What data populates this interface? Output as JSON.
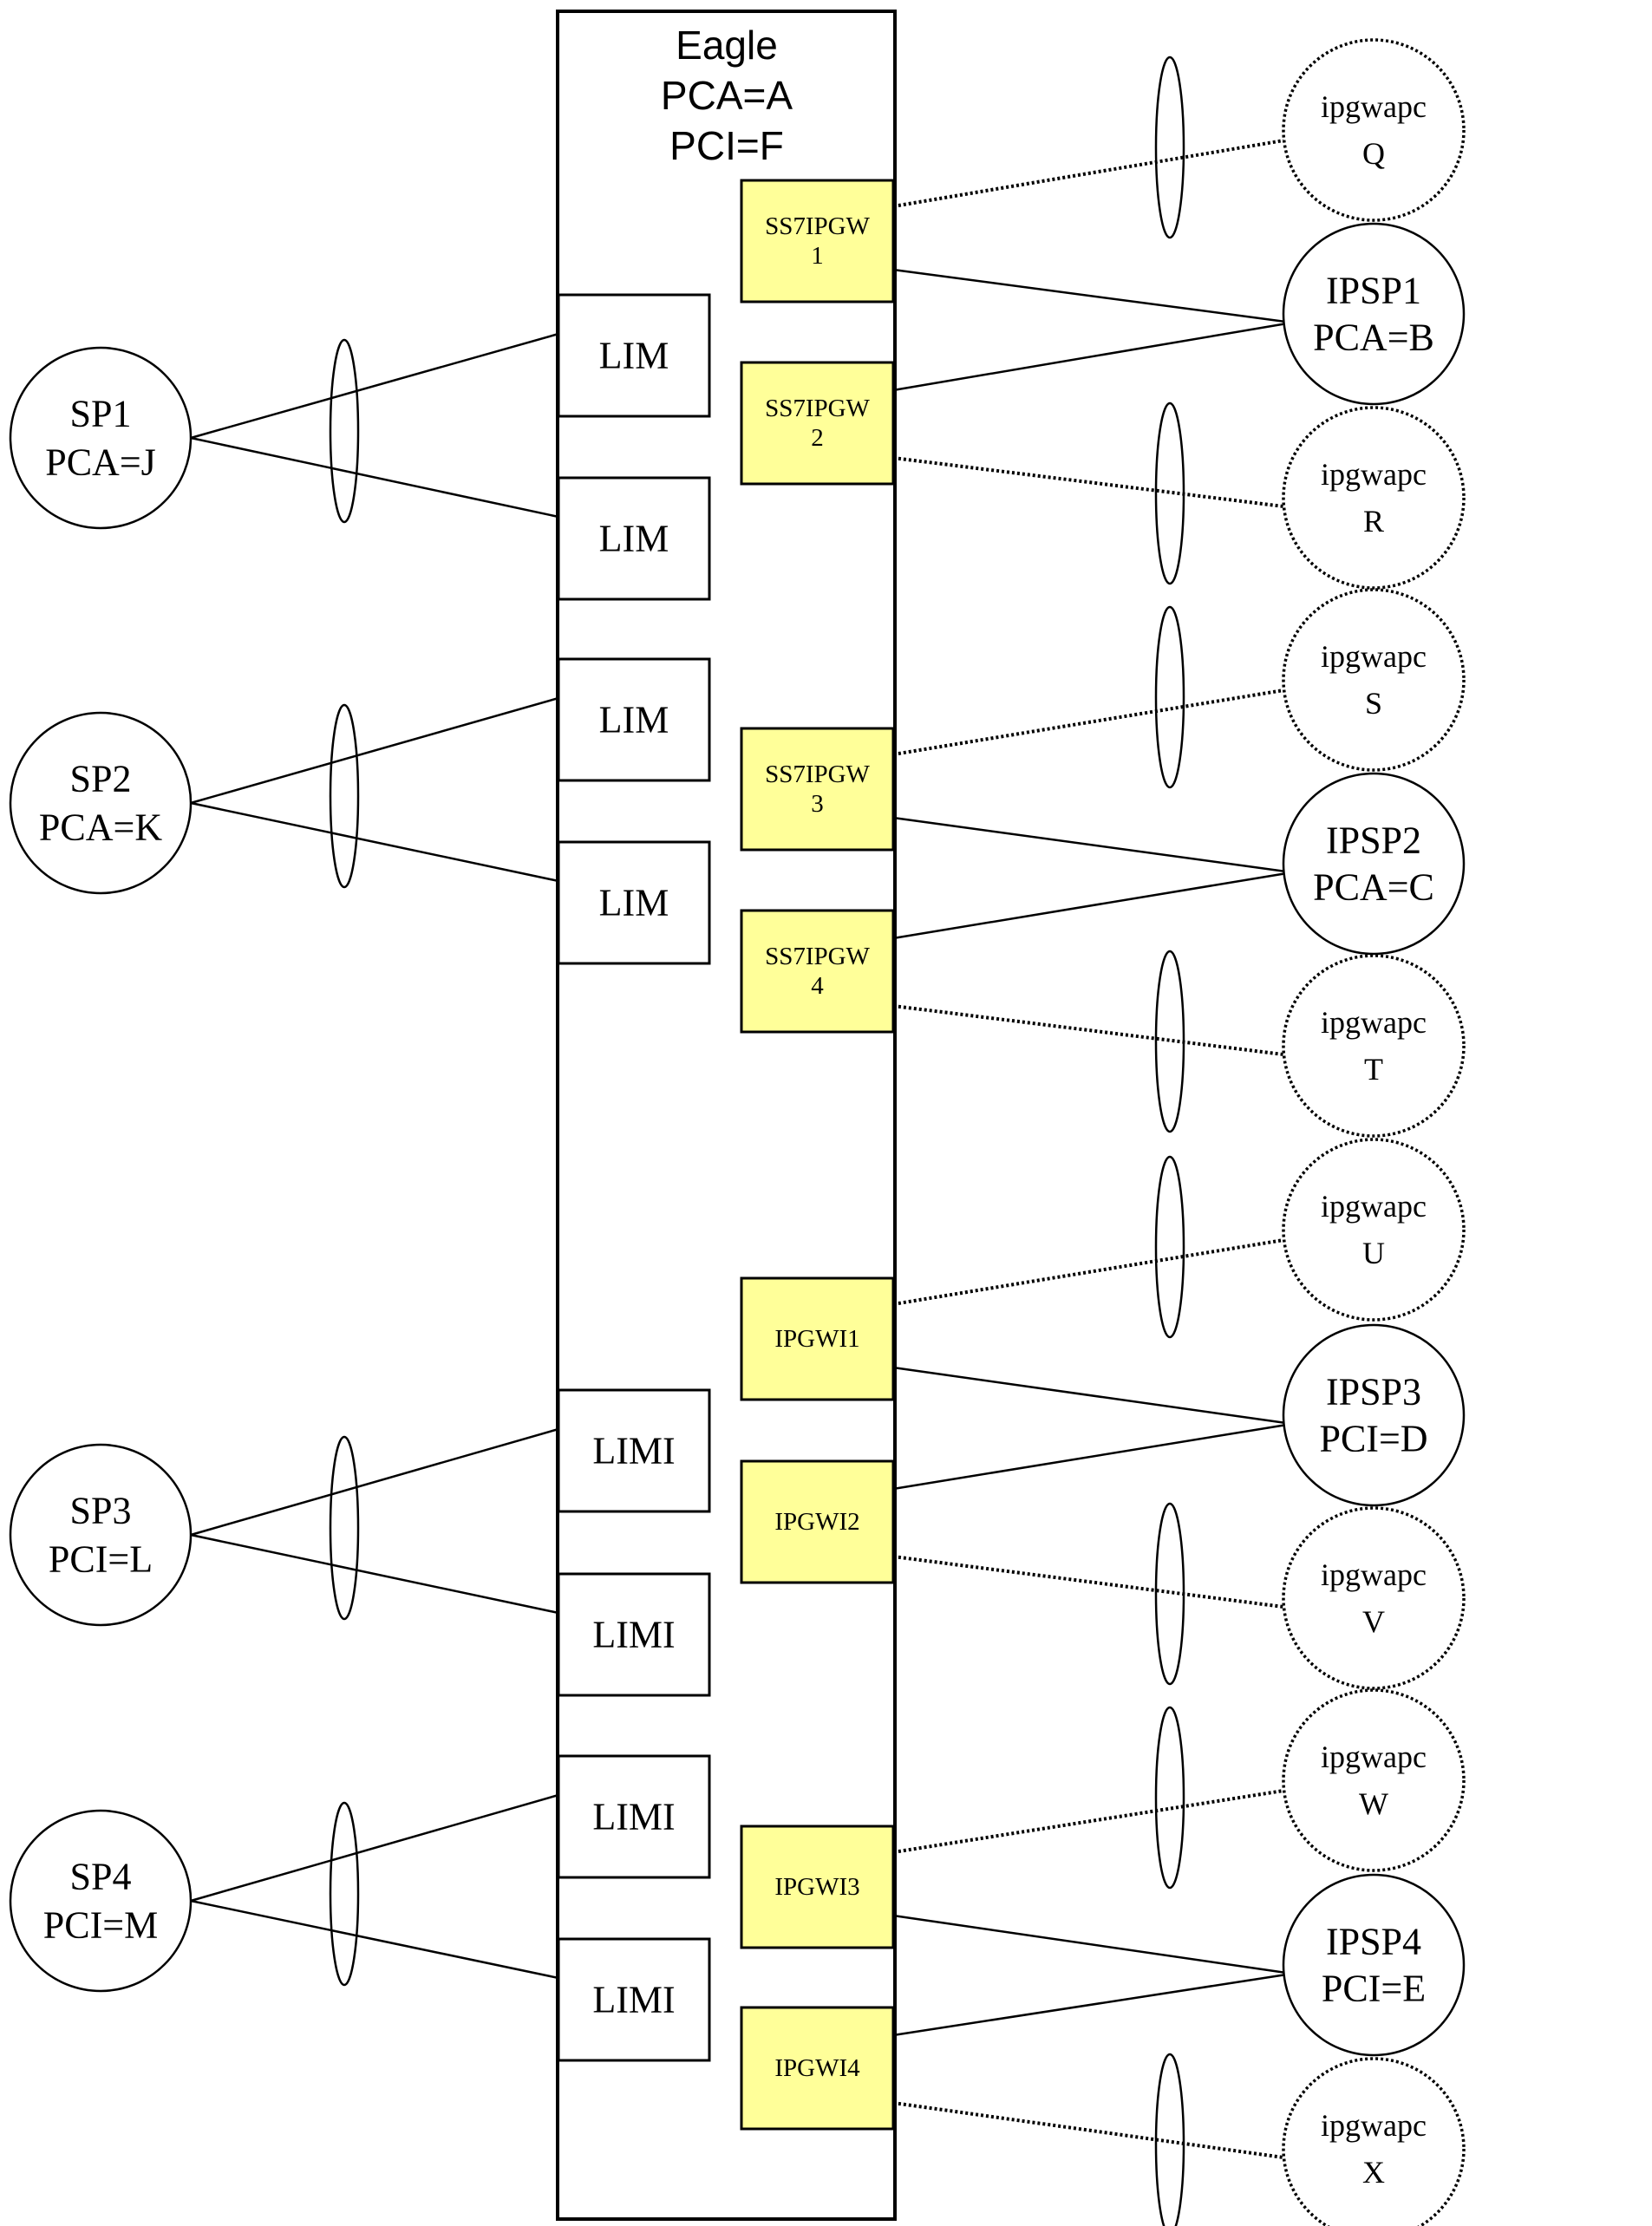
{
  "eagle": {
    "lines": [
      "Eagle",
      "PCA=A",
      "PCI=F"
    ]
  },
  "colors": {
    "card_fill": "#ffff99",
    "stroke": "#000000",
    "background": "#ffffff"
  },
  "ss7_cards": [
    {
      "lines": [
        "SS7IPGW",
        "1"
      ]
    },
    {
      "lines": [
        "SS7IPGW",
        "2"
      ]
    },
    {
      "lines": [
        "SS7IPGW",
        "3"
      ]
    },
    {
      "lines": [
        "SS7IPGW",
        "4"
      ]
    }
  ],
  "ipgwi_cards": [
    {
      "lines": [
        "IPGWI1"
      ]
    },
    {
      "lines": [
        "IPGWI2"
      ]
    },
    {
      "lines": [
        "IPGWI3"
      ]
    },
    {
      "lines": [
        "IPGWI4"
      ]
    }
  ],
  "lim_cards": [
    "LIM",
    "LIM",
    "LIM",
    "LIM",
    "LIMI",
    "LIMI",
    "LIMI",
    "LIMI"
  ],
  "signaling_points": [
    {
      "lines": [
        "SP1",
        "PCA=J"
      ]
    },
    {
      "lines": [
        "SP2",
        "PCA=K"
      ]
    },
    {
      "lines": [
        "SP3",
        "PCI=L"
      ]
    },
    {
      "lines": [
        "SP4",
        "PCI=M"
      ]
    }
  ],
  "right_nodes": [
    {
      "kind": "ipgwapc",
      "lines": [
        "ipgwapc",
        "Q"
      ]
    },
    {
      "kind": "ipsp",
      "lines": [
        "IPSP1",
        "PCA=B"
      ]
    },
    {
      "kind": "ipgwapc",
      "lines": [
        "ipgwapc",
        "R"
      ]
    },
    {
      "kind": "ipgwapc",
      "lines": [
        "ipgwapc",
        "S"
      ]
    },
    {
      "kind": "ipsp",
      "lines": [
        "IPSP2",
        "PCA=C"
      ]
    },
    {
      "kind": "ipgwapc",
      "lines": [
        "ipgwapc",
        "T"
      ]
    },
    {
      "kind": "ipgwapc",
      "lines": [
        "ipgwapc",
        "U"
      ]
    },
    {
      "kind": "ipsp",
      "lines": [
        "IPSP3",
        "PCI=D"
      ]
    },
    {
      "kind": "ipgwapc",
      "lines": [
        "ipgwapc",
        "V"
      ]
    },
    {
      "kind": "ipgwapc",
      "lines": [
        "ipgwapc",
        "W"
      ]
    },
    {
      "kind": "ipsp",
      "lines": [
        "IPSP4",
        "PCI=E"
      ]
    },
    {
      "kind": "ipgwapc",
      "lines": [
        "ipgwapc",
        "X"
      ]
    }
  ]
}
